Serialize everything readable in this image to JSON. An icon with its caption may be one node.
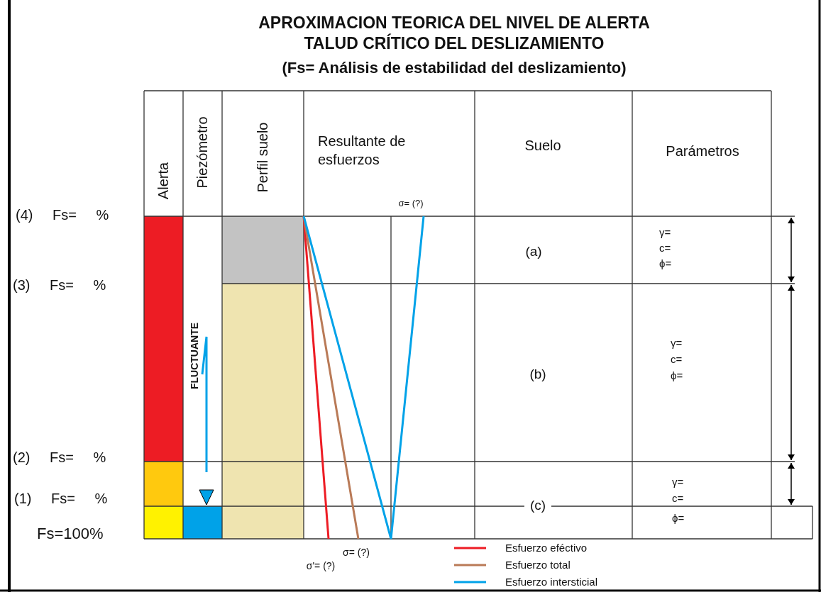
{
  "diagram": {
    "title": "APROXIMACION TEORICA DEL NIVEL DE ALERTA TALUD CRÍTICO DEL DESLIZAMIENTO",
    "labels": [
      "(Fs= Análisis de estabilidad del deslizamiento)",
      "Alerta",
      "Piezómetro",
      "Perfil suelo",
      "Resultante de esfuerzos",
      "Suelo",
      "Parámetros",
      "(4) Fs= %",
      "σ= (?)",
      "(a)",
      "γ=",
      "c=",
      "ϕ=",
      "(3) Fs= %",
      "FLUCTUANTE",
      "(b)",
      "γ=",
      "c=",
      "ϕ=",
      "(2) Fs= %",
      "(1) Fs= %",
      "(c)",
      "γ=",
      "c=",
      "ϕ=",
      "Fs=100%",
      "σ= (?)",
      "σ'= (?)"
    ],
    "legend": [
      {
        "text": "Esfuerzo eféctivo"
      },
      {
        "text": "Esfuerzo total"
      },
      {
        "text": "Esfuerzo intersticial"
      }
    ]
  }
}
